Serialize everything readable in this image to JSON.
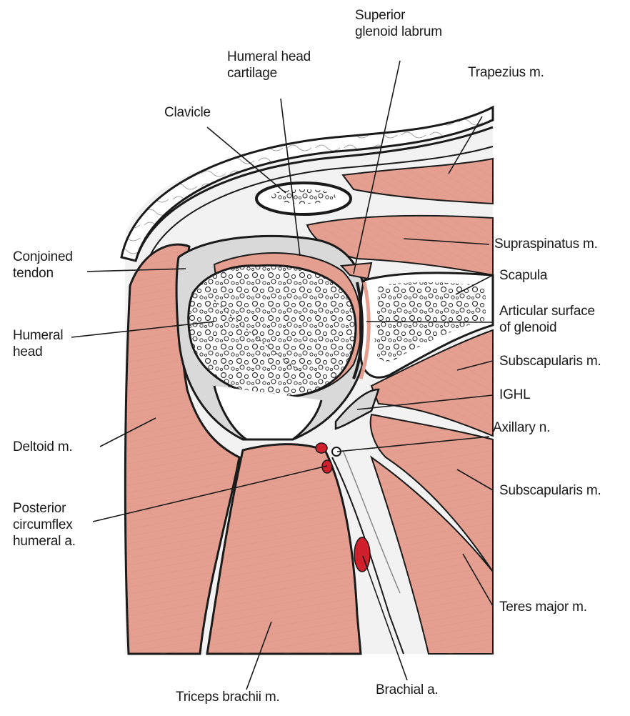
{
  "labels": {
    "superior_glenoid_labrum": [
      "Superior",
      "glenoid labrum"
    ],
    "humeral_head_cartilage": [
      "Humeral head",
      "cartilage"
    ],
    "trapezius": "Trapezius m.",
    "clavicle": "Clavicle",
    "supraspinatus": "Supraspinatus m.",
    "conjoined_tendon": [
      "Conjoined",
      "tendon"
    ],
    "scapula": "Scapula",
    "articular_surface": [
      "Articular surface",
      "of glenoid"
    ],
    "humeral_head": [
      "Humeral",
      "head"
    ],
    "subscapularis_upper": "Subscapularis m.",
    "ighl": "IGHL",
    "axillary_n": "Axillary n.",
    "deltoid": "Deltoid m.",
    "subscapularis_lower": "Subscapularis m.",
    "posterior_circumflex": [
      "Posterior",
      "circumflex",
      "humeral a."
    ],
    "teres_major": "Teres major m.",
    "triceps": "Triceps brachii m.",
    "brachial_a": "Brachial a."
  },
  "colors": {
    "muscle": "#e59f90",
    "muscle_dark": "#d58676",
    "artery": "#d0202c",
    "bone_fill": "#ffffff",
    "outline": "#1a1a1a",
    "fascia": "#d9d9d9"
  }
}
